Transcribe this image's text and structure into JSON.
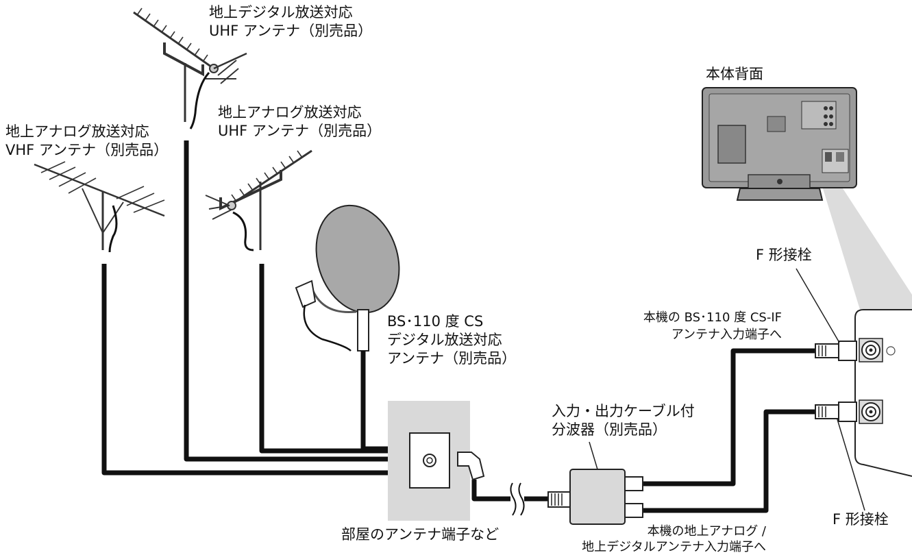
{
  "labels": {
    "uhf_digital": [
      "地上デジタル放送対応",
      "UHF アンテナ（別売品）"
    ],
    "uhf_analog": [
      "地上アナログ放送対応",
      "UHF アンテナ（別売品）"
    ],
    "vhf_analog": [
      "地上アナログ放送対応",
      "VHF アンテナ（別売品）"
    ],
    "bs_cs": [
      "BS･110 度 CS",
      "デジタル放送対応",
      "アンテナ（別売品）"
    ],
    "tv_back": "本体背面",
    "f_connector_top": "F 形接栓",
    "f_connector_bottom": "F 形接栓",
    "bs_input": [
      "本機の BS･110 度 CS-IF",
      "アンテナ入力端子へ"
    ],
    "splitter": [
      "入力・出力ケーブル付",
      "分波器（別売品）"
    ],
    "wall_outlet": "部屋のアンテナ端子など",
    "terrestrial_input": [
      "本機の地上アナログ /",
      "地上デジタルアンテナ入力端子へ"
    ]
  },
  "colors": {
    "cable": "#111111",
    "tv_body": "#9a9a9a",
    "panel": "#d9d9d9",
    "dish": "#a8a8a8"
  }
}
